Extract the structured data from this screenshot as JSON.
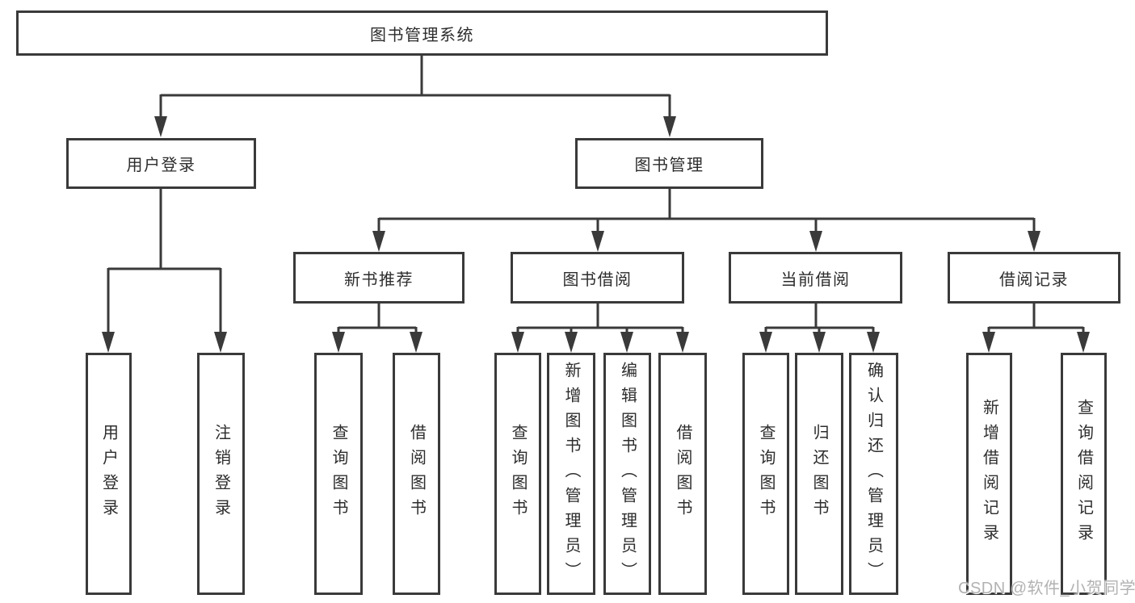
{
  "diagram": {
    "root_label": "图书管理系统",
    "user_login": {
      "label": "用户登录",
      "children": [
        "用户登录",
        "注销登录"
      ]
    },
    "book_management": {
      "label": "图书管理"
    },
    "new_book_recommendation": {
      "label": "新书推荐",
      "children": [
        "查询图书",
        "借阅图书"
      ]
    },
    "book_borrowing": {
      "label": "图书借阅",
      "children": [
        "查询图书",
        "新增图书（管理员）",
        "编辑图书（管理员）",
        "借阅图书"
      ]
    },
    "current_borrowing": {
      "label": "当前借阅",
      "children": [
        "查询图书",
        "归还图书",
        "确认归还（管理员）"
      ]
    },
    "borrowing_records": {
      "label": "借阅记录",
      "children": [
        "新增借阅记录",
        "查询借阅记录"
      ]
    }
  },
  "watermark": {
    "text": "CSDN @软件_小贺同学"
  },
  "colors": {
    "line": "#3a3a3a",
    "text": "#2d2d2d",
    "background": "#ffffff",
    "watermark": "#b2b2b2"
  }
}
